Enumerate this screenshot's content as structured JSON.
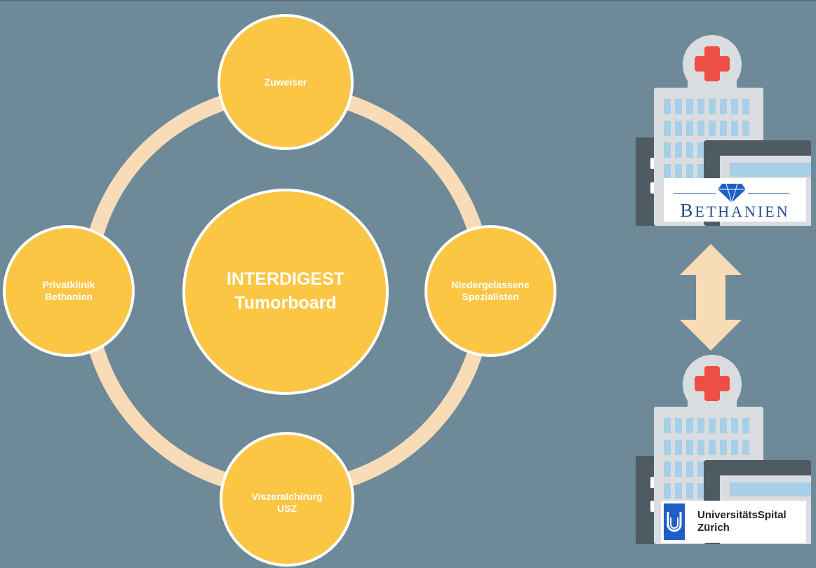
{
  "diagram": {
    "center": {
      "label": "INTERDIGEST\nTumorboard"
    },
    "nodes": {
      "top": "Zuweiser",
      "right": "Niedergelassene\nSpezialisten",
      "bottom": "Viszeralchirurg\nUSZ",
      "left": "Privatklinik\nBethanien"
    }
  },
  "hospitals": {
    "top_logo_lines": [
      "B",
      "ETHANIEN"
    ],
    "bottom_logo": "UniversitätsSpital\nZürich"
  },
  "colors": {
    "background": "#6e8a99",
    "node_fill": "#fbc644",
    "ring": "#f8dcb7",
    "node_border": "#ffffff",
    "arrow": "#f8dcb7",
    "building_light": "#d9dde0",
    "building_dark": "#4f5b62",
    "window": "#a8cfe8",
    "cross": "#ee4f45"
  },
  "icons": [
    "hospital-building-icon",
    "diamond-logo-icon",
    "usz-logo-icon",
    "double-arrow-icon",
    "cross-icon"
  ]
}
